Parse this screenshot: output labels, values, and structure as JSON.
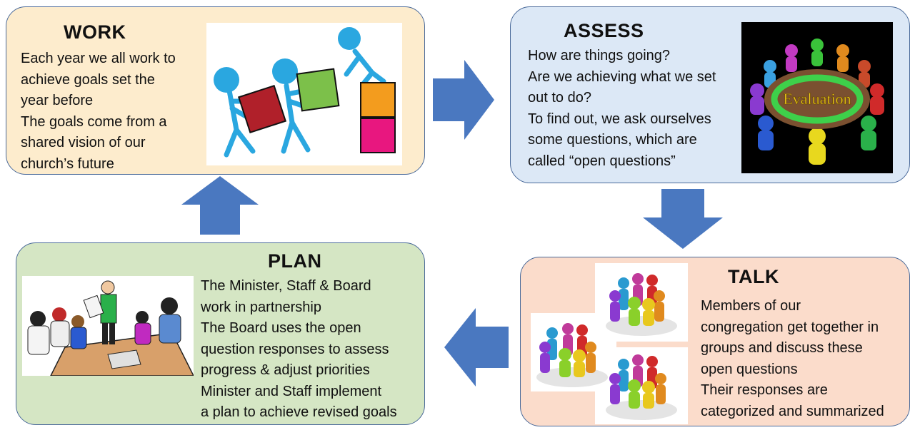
{
  "colors": {
    "work_fill": "#fdeccd",
    "assess_fill": "#dce8f6",
    "talk_fill": "#fbdccb",
    "plan_fill": "#d5e6c4",
    "arrow": "#4a78c0",
    "border": "#4a6a9a"
  },
  "work": {
    "title": "WORK",
    "lines": [
      "Each year we all work to",
      "achieve goals set the",
      "year before",
      "The goals come from a",
      "shared vision of our",
      "church’s future"
    ],
    "image_icon": "people-moving-boxes"
  },
  "assess": {
    "title": "ASSESS",
    "lines": [
      "How are things going?",
      "Are we achieving what we set",
      "out to do?",
      "To find out, we ask ourselves",
      "some questions, which are",
      "called “open questions”"
    ],
    "image_icon": "evaluation-round-table",
    "image_label": "Evaluation"
  },
  "talk": {
    "title": "TALK",
    "lines": [
      "Members of our",
      "congregation get together in",
      "groups and discuss these",
      "open questions",
      "Their responses are",
      "categorized and summarized"
    ],
    "image_icon": "discussion-groups"
  },
  "plan": {
    "title": "PLAN",
    "lines": [
      "The Minister, Staff & Board",
      "work in partnership",
      "The Board uses the open",
      "question responses to assess",
      "progress & adjust priorities",
      "Minister and Staff implement",
      "a plan to achieve revised goals"
    ],
    "image_icon": "board-meeting"
  },
  "arrows": [
    {
      "name": "work-to-assess",
      "direction": "right"
    },
    {
      "name": "assess-to-talk",
      "direction": "down"
    },
    {
      "name": "talk-to-plan",
      "direction": "left"
    },
    {
      "name": "plan-to-work",
      "direction": "up"
    }
  ]
}
